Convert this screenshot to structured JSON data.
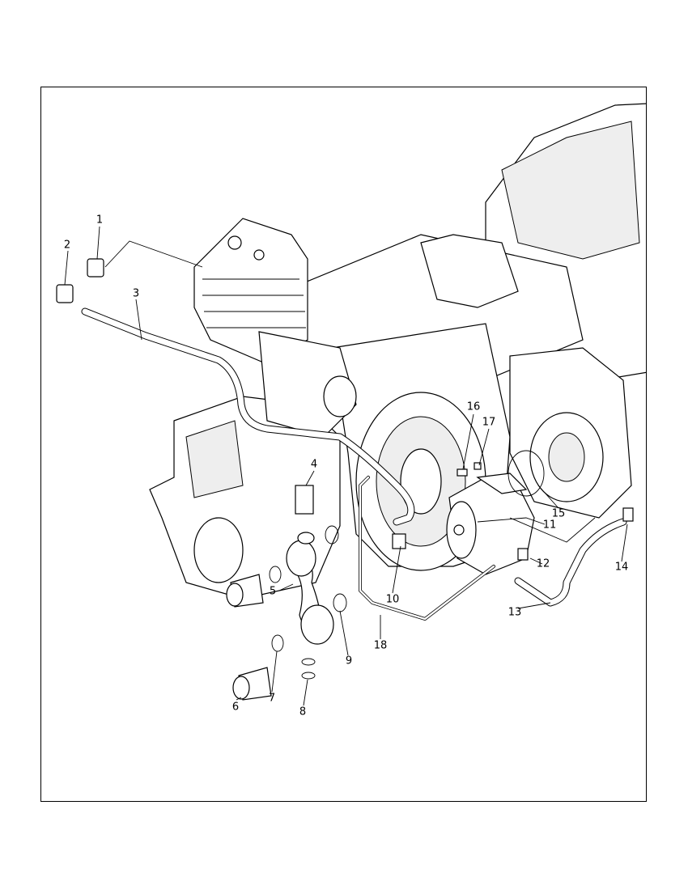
{
  "diagram": {
    "type": "exploded parts diagram",
    "callouts": [
      "1",
      "2",
      "3",
      "4",
      "5",
      "6",
      "7",
      "8",
      "9",
      "10",
      "11",
      "12",
      "13",
      "14",
      "15",
      "16",
      "17",
      "18"
    ]
  }
}
